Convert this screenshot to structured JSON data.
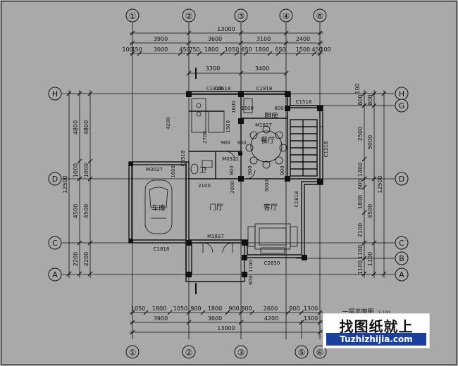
{
  "axes_top": [
    "①",
    "②",
    "③",
    "④",
    "⑥"
  ],
  "axes_bottom": [
    "①",
    "②",
    "③",
    "⑤",
    "⑥"
  ],
  "axes_left": [
    "H",
    "D",
    "C",
    "A"
  ],
  "axes_right": [
    "H",
    "G",
    "D",
    "C",
    "B",
    "A"
  ],
  "dims": {
    "top_total": "13000",
    "top_row2": [
      "3900",
      "3600",
      "3100",
      "2400"
    ],
    "top_row3": [
      "100",
      "450",
      "3000",
      "450",
      "750",
      "1800",
      "1050",
      "650",
      "1800",
      "650",
      "1500",
      "450",
      "100"
    ],
    "top_row4": [
      "3300",
      "3400"
    ],
    "bottom_row1": [
      "1050",
      "1800",
      "1050",
      "900",
      "1800",
      "900",
      "800",
      "2600",
      "800",
      "1300"
    ],
    "bottom_row2": [
      "3900",
      "3600",
      "4200",
      "1300"
    ],
    "bottom_total": "13000",
    "left_outer": "12500",
    "left_col2": [
      "4800",
      "1000",
      "4500",
      "2200"
    ],
    "left_col3": [
      "4800",
      "1000",
      "4500",
      "2200"
    ],
    "right_outer": "12500",
    "right_col2": [
      "2500",
      "1400",
      "600",
      "1800",
      "2100",
      "1100",
      "1100"
    ],
    "right_col1": [
      "100",
      "800",
      "800",
      "5000",
      "4500",
      "1100"
    ],
    "inner": [
      "4200",
      "1600",
      "2700",
      "1500",
      "1600",
      "900",
      "1500",
      "900",
      "900",
      "900",
      "800",
      "800",
      "2100",
      "2000",
      "3000",
      "1100",
      "600"
    ]
  },
  "rooms": {
    "dining": "餐厅",
    "kitchen": "厨房",
    "garage": "车库",
    "foyer": "门厅",
    "living": "客厅",
    "bath": "卫"
  },
  "tags": {
    "c1818_a": "C1818",
    "c1818_b": "C1818",
    "c1818_c": "C1818",
    "c1518": "C1518",
    "c1218": "C1218",
    "c2650": "C2650",
    "m1827": "M1827",
    "m1827b": "M1827",
    "m3027": "M3027",
    "m0921": "M0921",
    "c0618": "C0618",
    "c0518": "C0518",
    "c1818_d": "C1818"
  },
  "drawing_title": "一层平面图",
  "drawing_scale": "1:100",
  "watermark": {
    "site_name": "找图纸就上",
    "url": "Tuzhizhijia.com"
  },
  "colors": {
    "background": "#a9a9a9",
    "line": "#111111",
    "wall_fill": "#a9a9a9",
    "watermark_bar": "#1a3f9c"
  }
}
